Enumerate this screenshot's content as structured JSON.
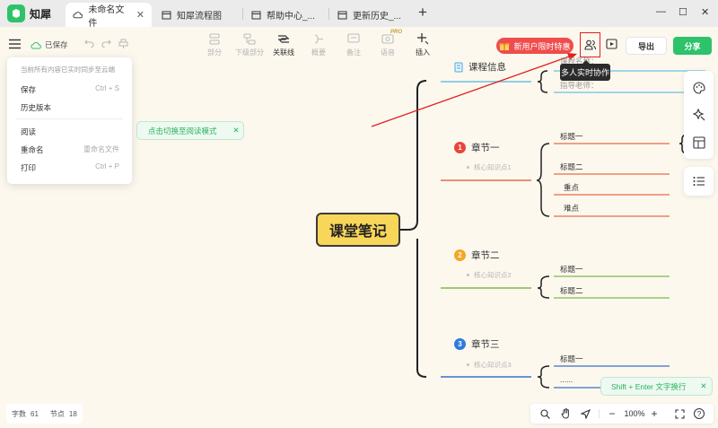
{
  "app": {
    "name": "知犀"
  },
  "tabs": [
    {
      "label": "未命名文件",
      "close": "✕"
    },
    {
      "label": "知犀流程图"
    },
    {
      "label": "帮助中心_..."
    },
    {
      "label": "更新历史_..."
    }
  ],
  "new_tab": "+",
  "window_controls": {
    "minimize": "—",
    "maximize": "☐",
    "close": "✕"
  },
  "toolbar": {
    "saved": "已保存",
    "tools": [
      {
        "label": "部分"
      },
      {
        "label": "下级部分"
      },
      {
        "label": "关联线"
      },
      {
        "label": "概要"
      },
      {
        "label": "备注"
      },
      {
        "label": "语音",
        "badge": "PRO"
      },
      {
        "label": "插入"
      }
    ],
    "promo": "新用户限时特惠",
    "export": "导出",
    "share": "分享",
    "tooltip": "多人实时协作"
  },
  "file_menu": {
    "note": "当前所有内容已实时同步至云端",
    "items": [
      {
        "label": "保存",
        "shortcut": "Ctrl + S"
      },
      {
        "label": "历史版本",
        "shortcut": ""
      },
      {
        "label": "阅读",
        "shortcut": ""
      },
      {
        "label": "重命名",
        "shortcut": "重命名文件"
      },
      {
        "label": "打印",
        "shortcut": "Ctrl + P"
      }
    ]
  },
  "hint": {
    "text": "点击切换至阅读模式",
    "close": "✕"
  },
  "mindmap": {
    "central": "课堂笔记",
    "course": {
      "title": "课程信息",
      "leaves": [
        "课程名称：",
        "指导老师："
      ]
    },
    "chapters": [
      {
        "num": "1",
        "title": "章节一",
        "sub": "核心知识点1",
        "color": "#e96a46",
        "badge_color": "#e8463a",
        "leaves": [
          "标题一",
          "标题二",
          "重点",
          "难点"
        ]
      },
      {
        "num": "2",
        "title": "章节二",
        "sub": "核心知识点2",
        "color": "#7cba4a",
        "badge_color": "#f5a623",
        "leaves": [
          "标题一",
          "标题二"
        ]
      },
      {
        "num": "3",
        "title": "章节三",
        "sub": "核心知识点3",
        "color": "#3a6fcb",
        "badge_color": "#2f7bdc",
        "leaves": [
          "标题一",
          "......"
        ]
      }
    ]
  },
  "bottom": {
    "word_count_label": "字数",
    "word_count": "61",
    "node_count_label": "节点",
    "node_count": "18",
    "shift_hint": "Shift + Enter 文字换行",
    "shift_hint_close": "✕",
    "zoom": "100%",
    "zoom_out": "−",
    "zoom_in": "+",
    "help": "?"
  }
}
